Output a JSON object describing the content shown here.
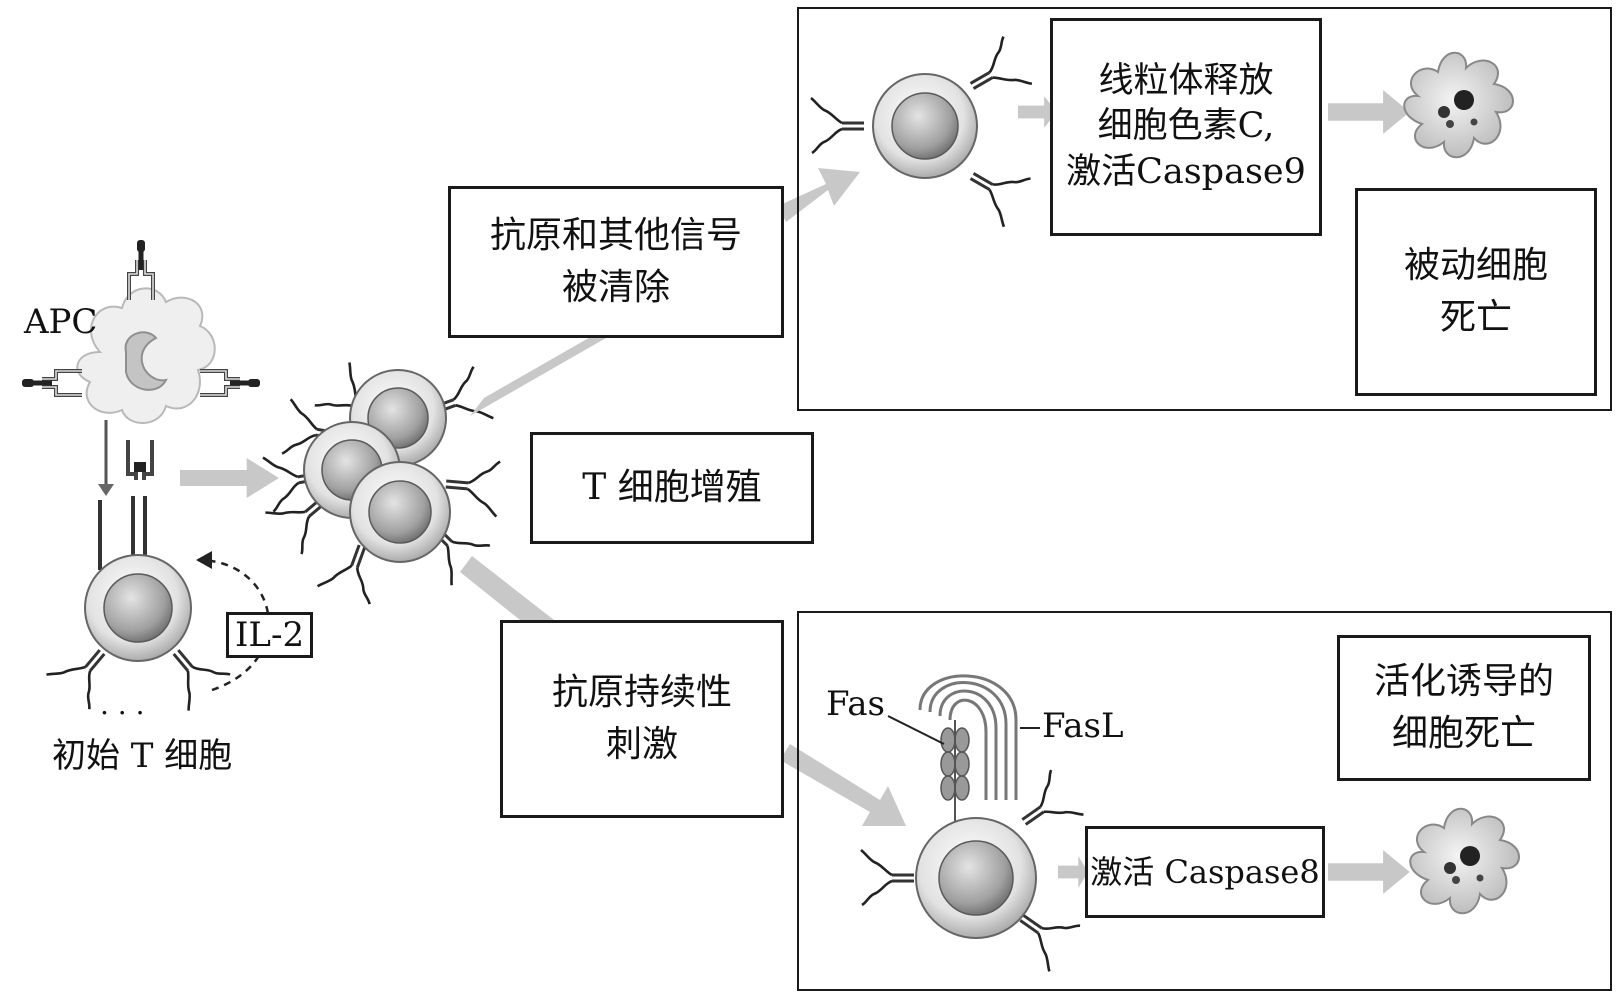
{
  "labels": {
    "apc": "APC",
    "il2": "IL-2",
    "ellipsis": ". . .",
    "naive_t_cell": "初始 T 细胞",
    "fas": "Fas",
    "fasl": "FasL"
  },
  "boxes": {
    "antigen_cleared": [
      "抗原和其他信号",
      "被清除"
    ],
    "t_proliferation": [
      "T 细胞增殖"
    ],
    "antigen_persistent": [
      "抗原持续性",
      "刺激"
    ],
    "mito_release": [
      "线粒体释放",
      "细胞色素C,",
      "激活Caspase9"
    ],
    "passive_death": [
      "被动细胞",
      "死亡"
    ],
    "activation_induced_death": [
      "活化诱导的",
      "细胞死亡"
    ],
    "activate_caspase8": [
      "激活 Caspase8"
    ]
  }
}
